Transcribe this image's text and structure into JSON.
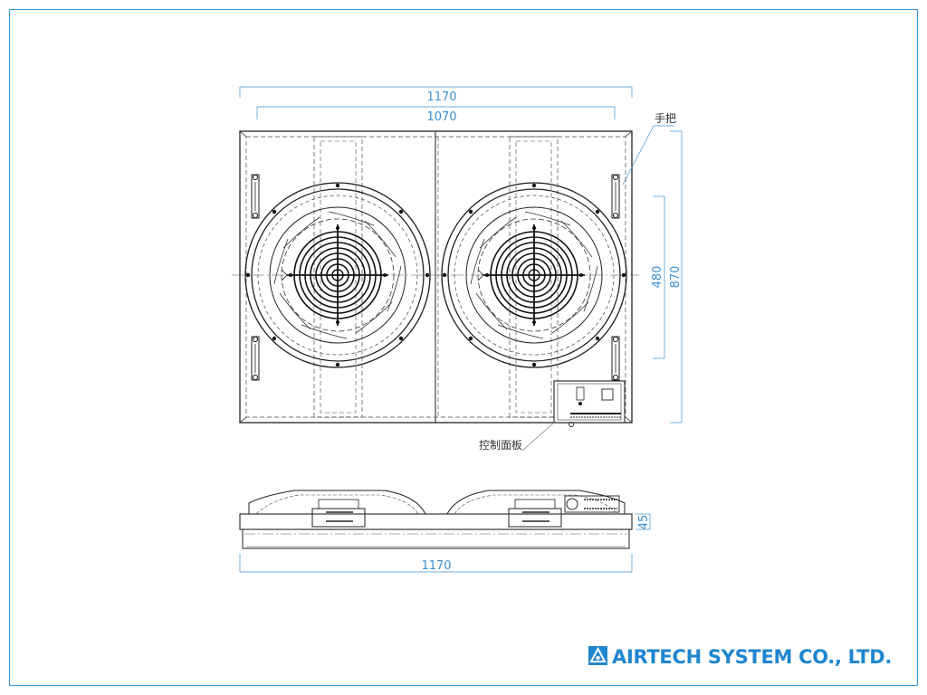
{
  "drawing": {
    "dimensions": {
      "top_overall_width": "1170",
      "top_inner_width": "1070",
      "right_inner_height": "480",
      "right_overall_height": "870",
      "side_height": "45",
      "side_overall_width": "1170"
    },
    "callouts": {
      "handle": "手把",
      "control_panel": "控制面板"
    }
  },
  "brand": {
    "company_name": "AIRTECH SYSTEM CO., LTD.",
    "logo_icon": "airtech-logo-icon",
    "color": "#1f86cf"
  },
  "colors": {
    "frame_border": "#3a9ad9",
    "dimension": "#3b8fd0",
    "linework": "#222222"
  }
}
